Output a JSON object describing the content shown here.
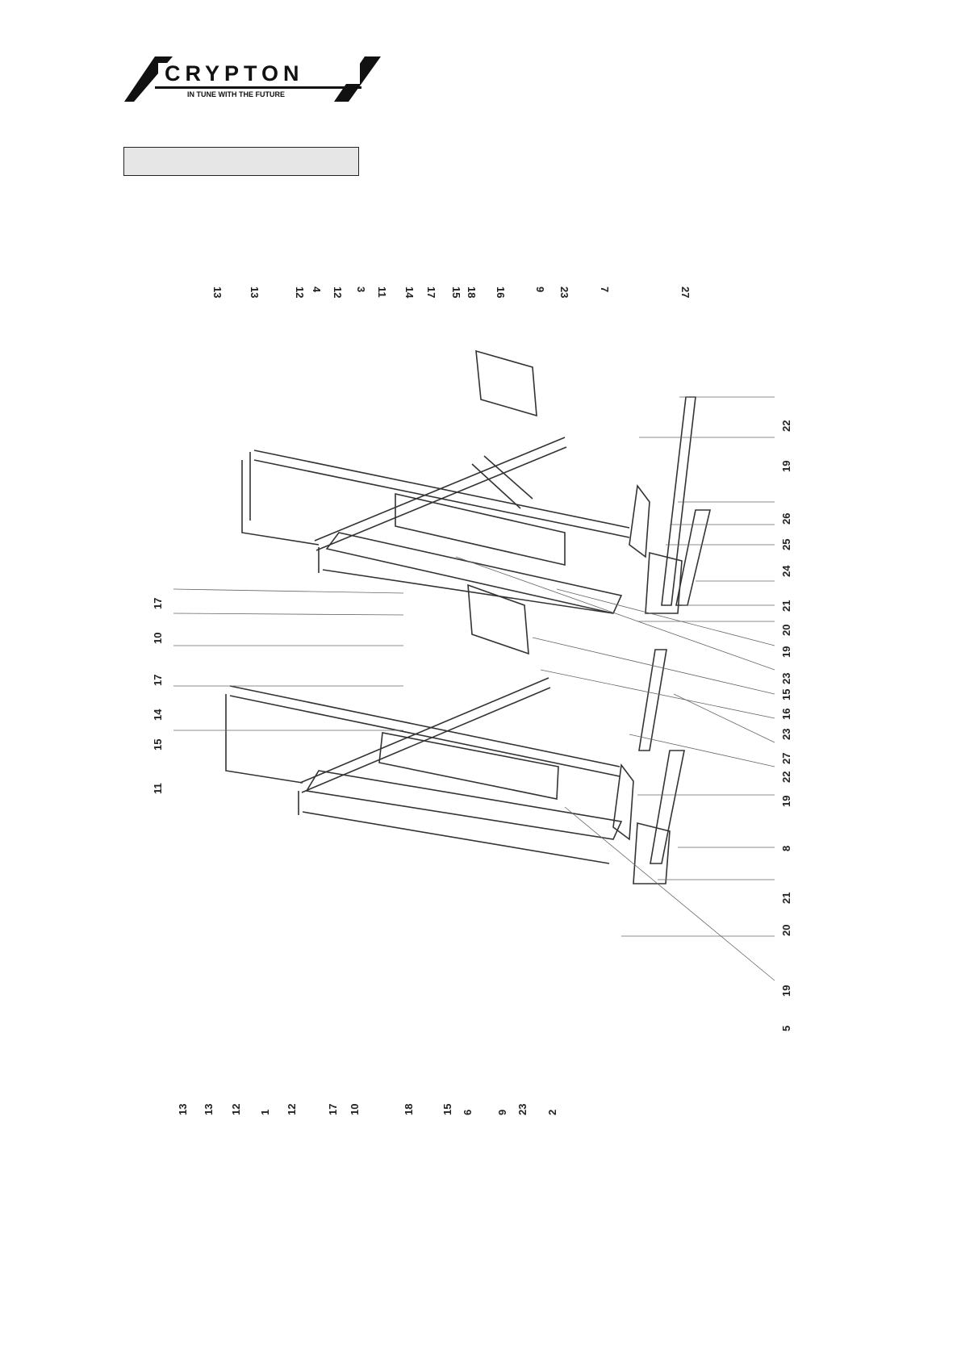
{
  "logo": {
    "brand": "CRYPTON",
    "tagline": "IN TUNE WITH THE FUTURE"
  },
  "title_box": "",
  "diagram_labels": {
    "top_1": "13",
    "top_2": "13",
    "top_3": "12",
    "top_4": "4",
    "top_5": "12",
    "top_6": "3",
    "top_7": "11",
    "top_8": "14",
    "top_9": "17",
    "top_10": "15",
    "top_11": "18",
    "top_12": "16",
    "top_13": "9",
    "top_14": "23",
    "top_15": "7",
    "top_16": "27",
    "right_1": "22",
    "right_2": "19",
    "right_3": "26",
    "right_4": "25",
    "right_5": "24",
    "right_6": "21",
    "right_7": "20",
    "right_8": "19",
    "right_9": "23",
    "right_10": "15",
    "right_11": "16",
    "right_12": "23",
    "right_13": "27",
    "right_14": "22",
    "right_15": "19",
    "right_16": "8",
    "right_17": "21",
    "right_18": "20",
    "right_19": "19",
    "right_20": "5",
    "left_1": "17",
    "left_2": "10",
    "left_3": "17",
    "left_4": "14",
    "left_5": "15",
    "left_6": "11",
    "bottom_1": "13",
    "bottom_2": "13",
    "bottom_3": "12",
    "bottom_4": "1",
    "bottom_5": "12",
    "bottom_6": "17",
    "bottom_7": "10",
    "bottom_8": "18",
    "bottom_9": "15",
    "bottom_10": "6",
    "bottom_11": "9",
    "bottom_12": "23",
    "bottom_13": "2"
  }
}
